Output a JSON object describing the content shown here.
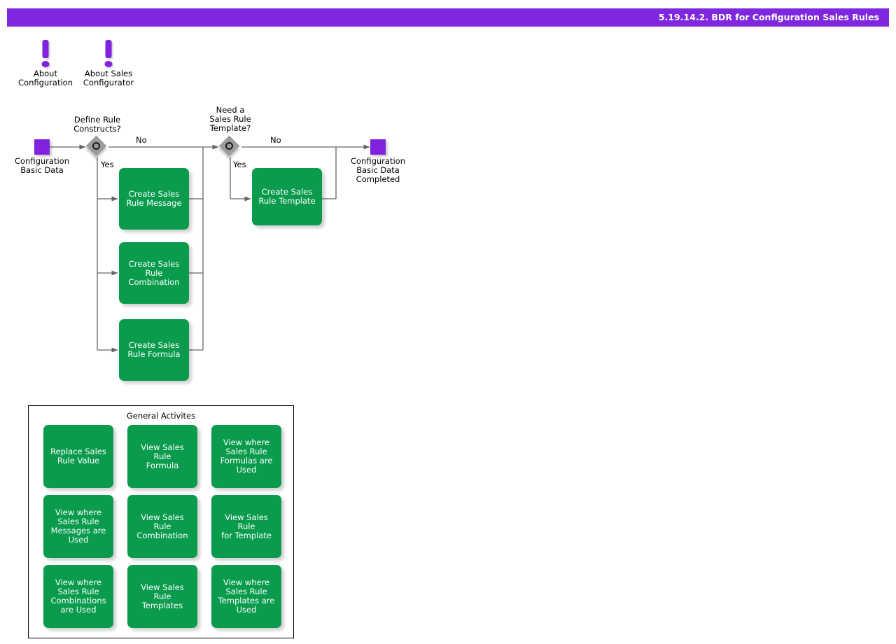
{
  "header": {
    "title": "5.19.14.2. BDR for Configuration Sales Rules",
    "bar_color": "#7F27DE",
    "text_color": "#FFFFFF"
  },
  "colors": {
    "purple": "#8122DE",
    "green": "#0A9B4D",
    "gateway_gray": "#9C9C9C",
    "connector": "#555555",
    "panel_border": "#000000"
  },
  "notes": [
    {
      "icon": "exclamation-icon",
      "label": "About\nConfiguration"
    },
    {
      "icon": "exclamation-icon",
      "label": "About Sales\nConfigurator"
    }
  ],
  "events": [
    {
      "name": "start-event",
      "label": "Configuration\nBasic Data"
    },
    {
      "name": "end-event",
      "label": "Configuration\nBasic Data\nCompleted"
    }
  ],
  "gateways": [
    {
      "name": "gateway-define-rule-constructs",
      "label": "Define Rule\nConstructs?",
      "yes_label": "Yes",
      "no_label": "No"
    },
    {
      "name": "gateway-need-sales-rule-template",
      "label": "Need a\nSales Rule\nTemplate?",
      "yes_label": "Yes",
      "no_label": "No"
    }
  ],
  "tasks": [
    {
      "name": "task-create-sales-rule-message",
      "label": "Create Sales\nRule Message"
    },
    {
      "name": "task-create-sales-rule-combination",
      "label": "Create Sales\nRule\nCombination"
    },
    {
      "name": "task-create-sales-rule-formula",
      "label": "Create Sales\nRule Formula"
    },
    {
      "name": "task-create-sales-rule-template",
      "label": "Create Sales\nRule Template"
    }
  ],
  "general_activities": {
    "title": "General Activites",
    "items": [
      {
        "label": "Replace Sales\nRule Value"
      },
      {
        "label": "View Sales Rule\nFormula"
      },
      {
        "label": "View where\nSales Rule\nFormulas are\nUsed"
      },
      {
        "label": "View where\nSales Rule\nMessages are\nUsed"
      },
      {
        "label": "View Sales Rule\nCombination"
      },
      {
        "label": "View Sales Rule\nfor Template"
      },
      {
        "label": "View where\nSales Rule\nCombinations\nare Used"
      },
      {
        "label": "View Sales Rule\nTemplates"
      },
      {
        "label": "View where\nSales Rule\nTemplates are\nUsed"
      }
    ]
  }
}
